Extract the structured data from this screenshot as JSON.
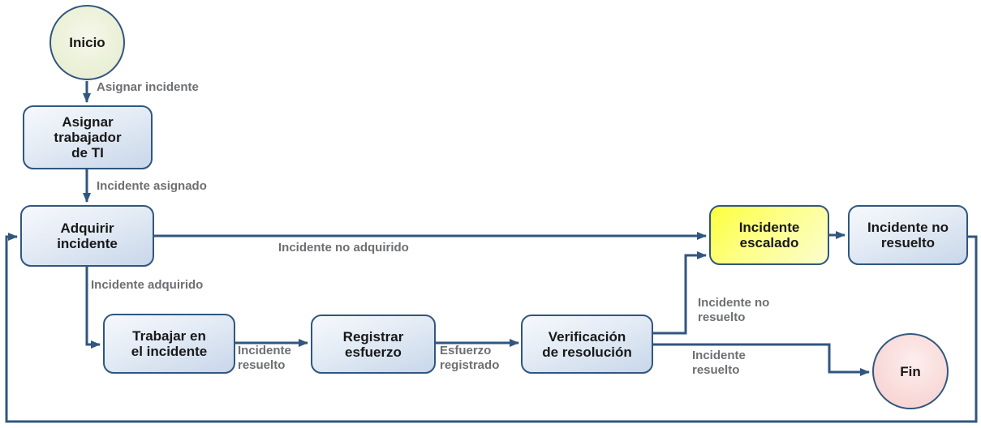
{
  "diagram": {
    "type": "flowchart",
    "language": "es",
    "colors": {
      "node_border": "#31567f",
      "arrow": "#31567f",
      "blue_node_fill_top": "#f6f9fc",
      "blue_node_fill_bottom": "#c9d7ea",
      "escalated_node_fill": "#fdff3c",
      "start_node_fill": "#eaf0d5",
      "end_node_fill": "#f8d8d6",
      "edge_label_text": "#6d6f72",
      "node_text": "#181818"
    },
    "nodes": {
      "inicio": "Inicio",
      "asignar_trabajador": "Asignar trabajador de TI",
      "adquirir": "Adquirir incidente",
      "trabajar": "Trabajar en el incidente",
      "registrar": "Registrar esfuerzo",
      "verificacion": "Verificación de resolución",
      "escalado": "Incidente escalado",
      "no_resuelto": "Incidente no resuelto",
      "fin": "Fin"
    },
    "edge_labels": {
      "asignar_incidente": "Asignar incidente",
      "incidente_asignado": "Incidente asignado",
      "incidente_adquirido": "Incidente adquirido",
      "incidente_no_adquirido": "Incidente no adquirido",
      "incidente_resuelto_trabajo": "Incidente resuelto",
      "esfuerzo_registrado": "Esfuerzo registrado",
      "incidente_no_resuelto": "Incidente no resuelto",
      "incidente_resuelto_fin": "Incidente resuelto"
    }
  }
}
